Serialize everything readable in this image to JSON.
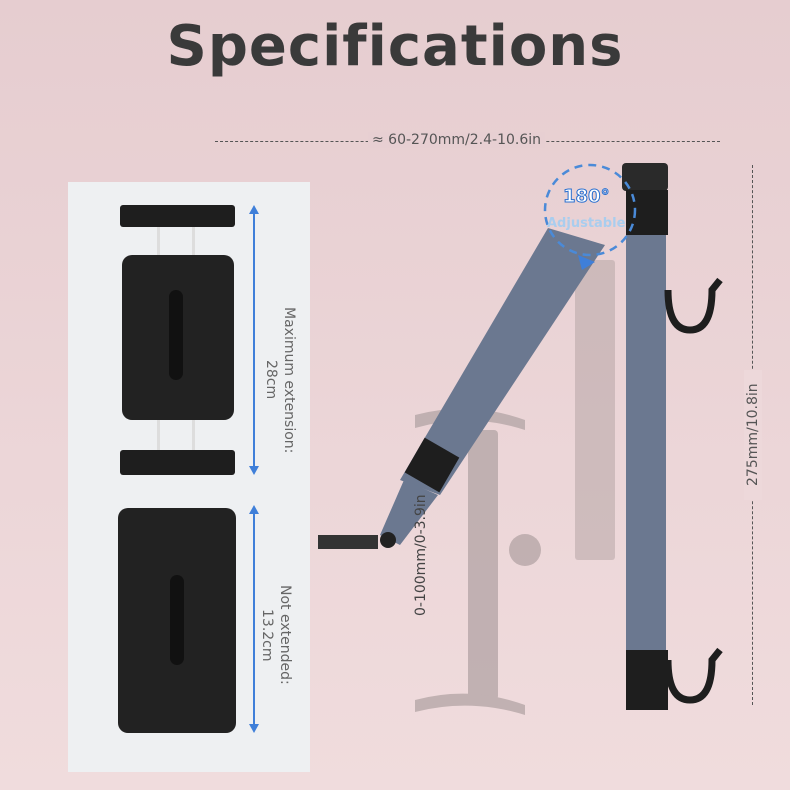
{
  "title": "Specifications",
  "dimensions": {
    "width_range": "≈ 60-270mm/2.4-10.6in",
    "height": "275mm/10.8in",
    "arm_extension": "0-100mm/0-3.9in",
    "rotation": "180°",
    "rotation_label": "Adjustable"
  },
  "holder": {
    "max_extension": "Maximum extension: 28cm",
    "not_extended": "Not extended: 13.2cm"
  },
  "colors": {
    "accent": "#3f7fd9",
    "arm": "#6b7890",
    "clamp": "#1e1e1e"
  }
}
